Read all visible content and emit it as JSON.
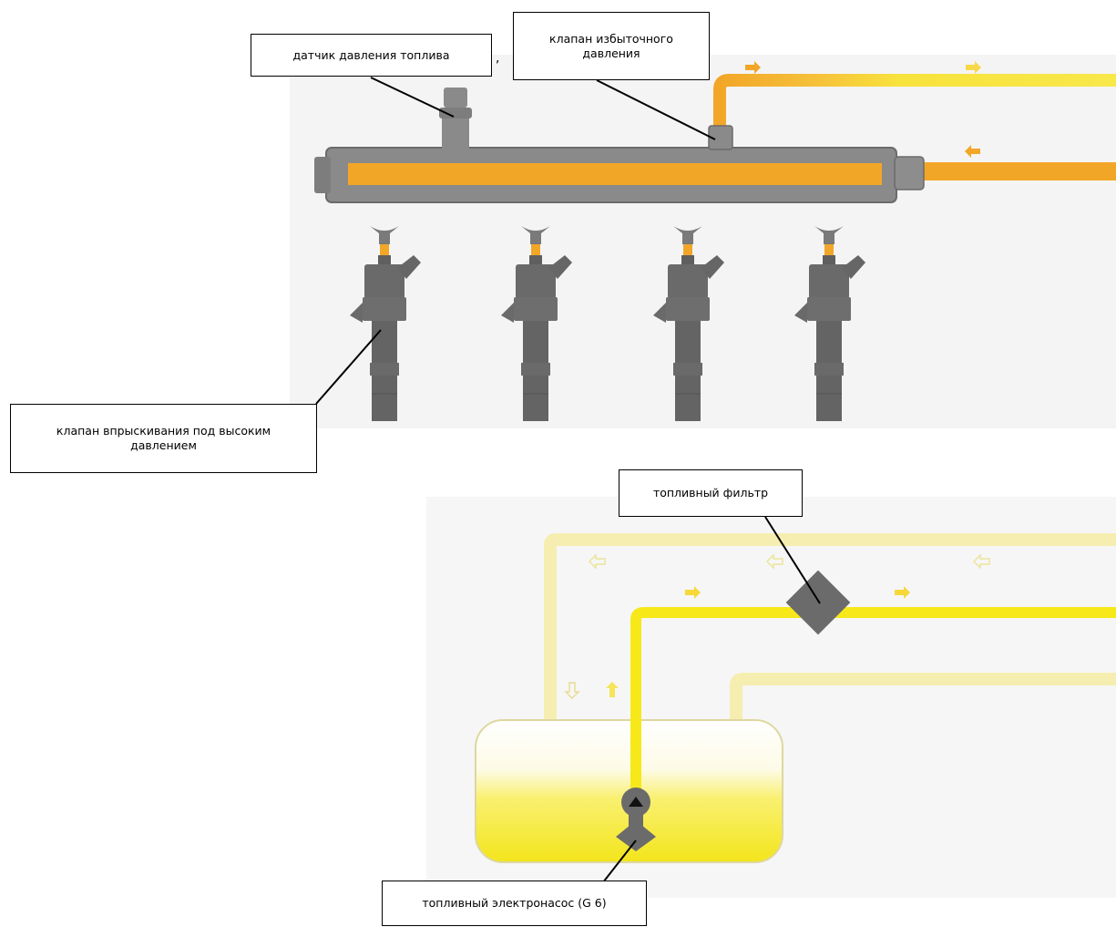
{
  "labels": {
    "sensor": "датчик давления топлива",
    "sensor_comma": ",",
    "relief_valve": "клапан избыточного давления",
    "injector": "клапан впрыскивания под высоким давлением",
    "filter": "топливный фильтр",
    "pump": "топливный электронасос (G 6)"
  },
  "colors": {
    "fuel_high_pressure": "#f2a628",
    "fuel_supply": "#f7e81a",
    "fuel_return": "#f6eeb0",
    "component_gray": "#6b6b6b",
    "rail_gray": "#8a8a8a",
    "background_panel": "#f4f4f4"
  },
  "icons": {
    "flow_arrow": "arrow-icon",
    "pump_symbol": "pump-triangle-icon"
  }
}
